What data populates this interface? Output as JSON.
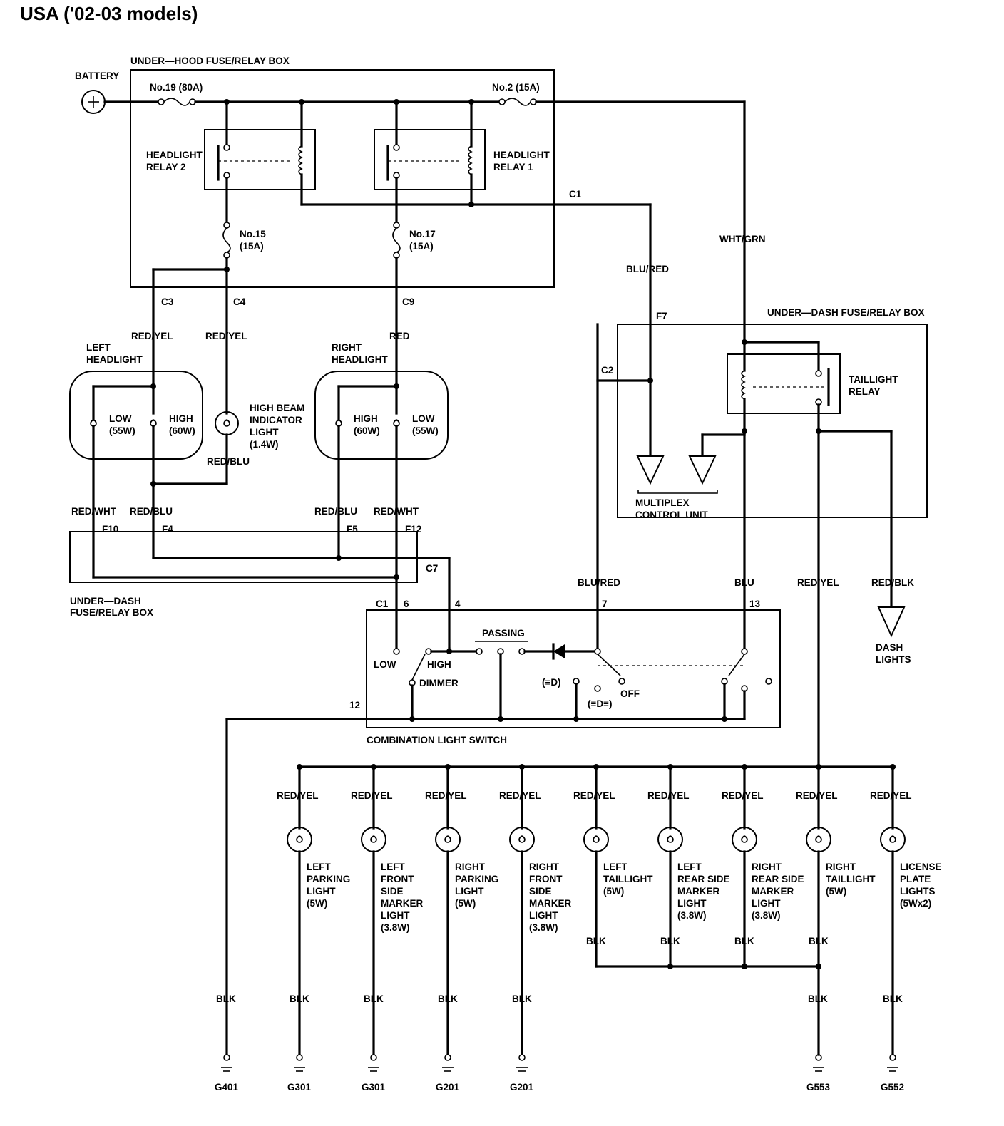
{
  "page_title": "USA ('02-03 models)",
  "battery_label": "BATTERY",
  "underhood_box": {
    "title": "UNDER—HOOD FUSE/RELAY BOX",
    "fuse19": "No.19 (80A)",
    "fuse2": "No.2 (15A)",
    "relay2": [
      "HEADLIGHT",
      "RELAY 2"
    ],
    "relay1": [
      "HEADLIGHT",
      "RELAY 1"
    ],
    "fuse15": [
      "No.15",
      "(15A)"
    ],
    "fuse17": [
      "No.17",
      "(15A)"
    ],
    "connector_c1": "C1",
    "connector_c3": "C3",
    "connector_c4": "C4",
    "connector_c9": "C9"
  },
  "wires": {
    "blu_red": "BLU/RED",
    "wht_grn": "WHT/GRN",
    "red_yel": "RED/YEL",
    "red": "RED",
    "red_blu": "RED/BLU",
    "red_wht": "RED/WHT",
    "blu": "BLU",
    "red_blk": "RED/BLK",
    "blk": "BLK"
  },
  "underdash_box": {
    "title": "UNDER—DASH FUSE/RELAY BOX",
    "f7": "F7",
    "c2": "C2",
    "taillight_relay": [
      "TAILLIGHT",
      "RELAY"
    ],
    "multiplex": [
      "MULTIPLEX",
      "CONTROL UNIT"
    ]
  },
  "left_headlight": {
    "title": [
      "LEFT",
      "HEADLIGHT"
    ],
    "low": [
      "LOW",
      "(55W)"
    ],
    "high": [
      "HIGH",
      "(60W)"
    ]
  },
  "right_headlight": {
    "title": [
      "RIGHT",
      "HEADLIGHT"
    ],
    "high": [
      "HIGH",
      "(60W)"
    ],
    "low": [
      "LOW",
      "(55W)"
    ]
  },
  "high_beam_indicator": [
    "HIGH BEAM",
    "INDICATOR",
    "LIGHT",
    "(1.4W)"
  ],
  "underdash_box2": {
    "title": [
      "UNDER—DASH",
      "FUSE/RELAY BOX"
    ],
    "f10": "F10",
    "f4": "F4",
    "f5": "F5",
    "f12": "F12",
    "c7": "C7"
  },
  "combination_switch": {
    "title": "COMBINATION LIGHT SWITCH",
    "c1": "C1",
    "pin6": "6",
    "pin4": "4",
    "pin7": "7",
    "pin13": "13",
    "pin12": "12",
    "low": "LOW",
    "high": "HIGH",
    "dimmer": "DIMMER",
    "passing": "PASSING",
    "off": "OFF",
    "pos_head": "(≡D)",
    "pos_park": "(≡D≡)"
  },
  "dash_lights": [
    "DASH",
    "LIGHTS"
  ],
  "lamps": [
    {
      "wire": "RED/YEL",
      "label": [
        "LEFT",
        "PARKING",
        "LIGHT",
        "(5W)"
      ],
      "ground_wire": "BLK",
      "ground": "G301"
    },
    {
      "wire": "RED/YEL",
      "label": [
        "LEFT",
        "FRONT",
        "SIDE",
        "MARKER",
        "LIGHT",
        "(3.8W)"
      ],
      "ground_wire": "BLK",
      "ground": "G301"
    },
    {
      "wire": "RED/YEL",
      "label": [
        "RIGHT",
        "PARKING",
        "LIGHT",
        "(5W)"
      ],
      "ground_wire": "BLK",
      "ground": "G201"
    },
    {
      "wire": "RED/YEL",
      "label": [
        "RIGHT",
        "FRONT",
        "SIDE",
        "MARKER",
        "LIGHT",
        "(3.8W)"
      ],
      "ground_wire": "BLK",
      "ground": "G201"
    },
    {
      "wire": "RED/YEL",
      "label": [
        "LEFT",
        "TAILLIGHT",
        "(5W)"
      ],
      "ground_wire": "BLK",
      "ground": ""
    },
    {
      "wire": "RED/YEL",
      "label": [
        "LEFT",
        "REAR SIDE",
        "MARKER",
        "LIGHT",
        "(3.8W)"
      ],
      "ground_wire": "BLK",
      "ground": ""
    },
    {
      "wire": "RED/YEL",
      "label": [
        "RIGHT",
        "REAR SIDE",
        "MARKER",
        "LIGHT",
        "(3.8W)"
      ],
      "ground_wire": "BLK",
      "ground": ""
    },
    {
      "wire": "RED/YEL",
      "label": [
        "RIGHT",
        "TAILLIGHT",
        "(5W)"
      ],
      "ground_wire": "BLK",
      "ground": "G553"
    },
    {
      "wire": "RED/YEL",
      "label": [
        "LICENSE",
        "PLATE",
        "LIGHTS",
        "(5Wx2)"
      ],
      "ground_wire": "BLK",
      "ground": "G552"
    }
  ],
  "ground_g401": "G401",
  "ground_g553_wire": "BLK"
}
